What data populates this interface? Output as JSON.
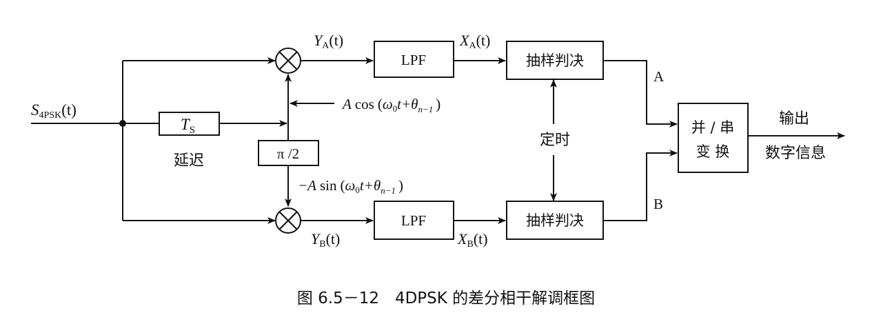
{
  "input": {
    "symbol": "S",
    "subscript": "4PSK",
    "arg": "(t)"
  },
  "delay": {
    "symbol": "T",
    "subscript": "S",
    "label": "延迟"
  },
  "phase_shift": {
    "label": "π /2"
  },
  "carriers": {
    "cos": {
      "amp": "A",
      "func": "cos",
      "open": "(",
      "omega": "ω",
      "omega_sub": "0",
      "t_plus": "t+",
      "theta": "θ",
      "theta_sub": "n−1",
      "close": ")"
    },
    "sin": {
      "amp": "−A",
      "func": "sin",
      "open": "(",
      "omega": "ω",
      "omega_sub": "0",
      "t_plus": "t+",
      "theta": "θ",
      "theta_sub": "n−1",
      "close": ")"
    }
  },
  "signals": {
    "ya": {
      "symbol": "Y",
      "subscript": "A",
      "arg": "(t)"
    },
    "yb": {
      "symbol": "Y",
      "subscript": "B",
      "arg": "(t)"
    },
    "xa": {
      "symbol": "X",
      "subscript": "A",
      "arg": "(t)"
    },
    "xb": {
      "symbol": "X",
      "subscript": "B",
      "arg": "(t)"
    }
  },
  "blocks": {
    "lpf_top": "LPF",
    "lpf_bottom": "LPF",
    "decision_top": "抽样判决",
    "decision_bottom": "抽样判决",
    "timing": "定时",
    "converter_line1": "并 / 串",
    "converter_line2": "变  换"
  },
  "branches": {
    "a": "A",
    "b": "B"
  },
  "output": {
    "line1": "输出",
    "line2": "数字信息"
  },
  "caption": "图 6.5－12　4DPSK 的差分相干解调框图"
}
